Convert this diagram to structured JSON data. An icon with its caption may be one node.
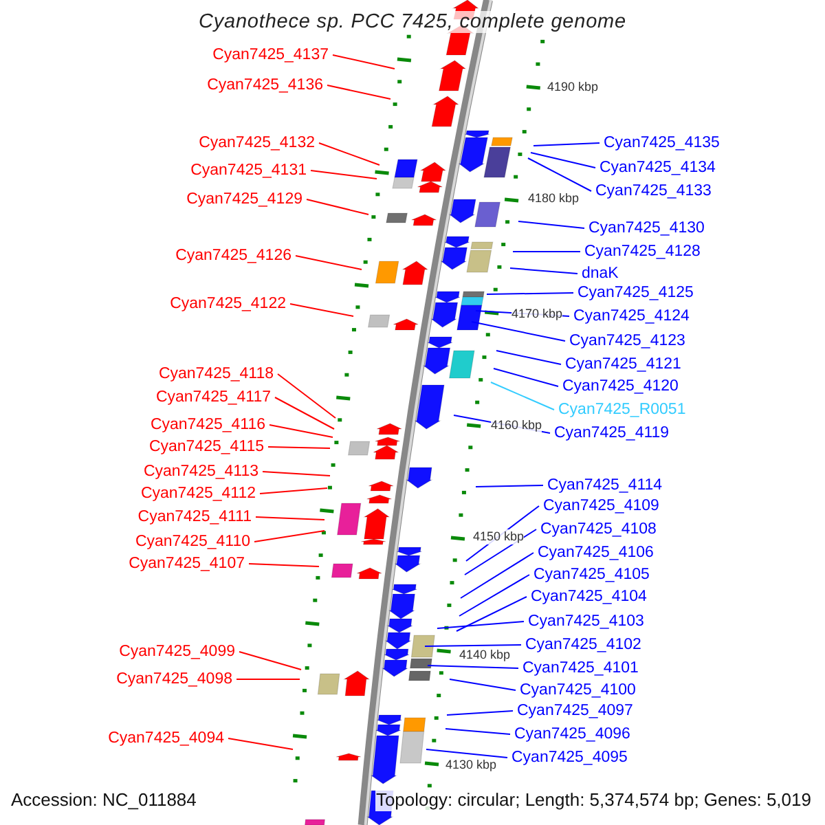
{
  "diagram": {
    "title": "Cyanothece sp. PCC 7425, complete genome",
    "nodes": [
      {
        "text": [
          "Cyan7425_4137"
        ]
      },
      {
        "text": [
          "Cyan7425_4136"
        ]
      },
      {
        "text": [
          "Cyan7425_4132"
        ]
      },
      {
        "text": [
          "Cyan7425_4131"
        ]
      },
      {
        "text": [
          "Cyan7425_4129"
        ]
      },
      {
        "text": [
          "Cyan7425_4126"
        ]
      },
      {
        "text": [
          "Cyan7425_4122"
        ]
      },
      {
        "text": [
          "Cyan7425_4118"
        ]
      },
      {
        "text": [
          "Cyan7425_4117"
        ]
      },
      {
        "text": [
          "Cyan7425_4116"
        ]
      },
      {
        "text": [
          "Cyan7425_4115"
        ]
      },
      {
        "text": [
          "Cyan7425_4113"
        ]
      },
      {
        "text": [
          "Cyan7425_4112"
        ]
      },
      {
        "text": [
          "Cyan7425_4111"
        ]
      },
      {
        "text": [
          "Cyan7425_4110"
        ]
      },
      {
        "text": [
          "Cyan7425_4107"
        ]
      },
      {
        "text": [
          "Cyan7425_4099"
        ]
      },
      {
        "text": [
          "Cyan7425_4098"
        ]
      },
      {
        "text": [
          "Cyan7425_4094"
        ]
      },
      {
        "text": [
          "Cyan7425_4135"
        ]
      },
      {
        "text": [
          "Cyan7425_4134"
        ]
      },
      {
        "text": [
          "Cyan7425_4133"
        ]
      },
      {
        "text": [
          "Cyan7425_4130"
        ]
      },
      {
        "text": [
          "Cyan7425_4128"
        ]
      },
      {
        "text": [
          "dnaK"
        ]
      },
      {
        "text": [
          "Cyan7425_4125"
        ]
      },
      {
        "text": [
          "Cyan7425_4124"
        ]
      },
      {
        "text": [
          "Cyan7425_4123"
        ]
      },
      {
        "text": [
          "Cyan7425_4121"
        ]
      },
      {
        "text": [
          "Cyan7425_4120"
        ]
      },
      {
        "text": [
          "Cyan7425_R0051"
        ]
      },
      {
        "text": [
          "Cyan7425_4119"
        ]
      },
      {
        "text": [
          "Cyan7425_4114"
        ]
      },
      {
        "text": [
          "Cyan7425_4109"
        ]
      },
      {
        "text": [
          "Cyan7425_4108"
        ]
      },
      {
        "text": [
          "Cyan7425_4106"
        ]
      },
      {
        "text": [
          "Cyan7425_4105"
        ]
      },
      {
        "text": [
          "Cyan7425_4104"
        ]
      },
      {
        "text": [
          "Cyan7425_4103"
        ]
      },
      {
        "text": [
          "Cyan7425_4102"
        ]
      },
      {
        "text": [
          "Cyan7425_4101"
        ]
      },
      {
        "text": [
          "Cyan7425_4100"
        ]
      },
      {
        "text": [
          "Cyan7425_4097"
        ]
      },
      {
        "text": [
          "Cyan7425_4096"
        ]
      },
      {
        "text": [
          "Cyan7425_4095"
        ]
      }
    ],
    "edges": [
      {
        "from": 0,
        "to": null,
        "arrow": "none",
        "color": "#ff0000"
      },
      {
        "from": 1,
        "to": null,
        "arrow": "none",
        "color": "#ff0000"
      },
      {
        "from": 2,
        "to": null,
        "arrow": "none",
        "color": "#ff0000"
      },
      {
        "from": 3,
        "to": null,
        "arrow": "none",
        "color": "#ff0000"
      },
      {
        "from": 4,
        "to": null,
        "arrow": "none",
        "color": "#ff0000"
      },
      {
        "from": 5,
        "to": null,
        "arrow": "none",
        "color": "#ff0000"
      },
      {
        "from": 6,
        "to": null,
        "arrow": "none",
        "color": "#ff0000"
      },
      {
        "from": 7,
        "to": null,
        "arrow": "none",
        "color": "#ff0000"
      },
      {
        "from": 8,
        "to": null,
        "arrow": "none",
        "color": "#ff0000"
      },
      {
        "from": 9,
        "to": null,
        "arrow": "none",
        "color": "#ff0000"
      },
      {
        "from": 10,
        "to": null,
        "arrow": "none",
        "color": "#ff0000"
      },
      {
        "from": 11,
        "to": null,
        "arrow": "none",
        "color": "#ff0000"
      },
      {
        "from": 12,
        "to": null,
        "arrow": "none",
        "color": "#ff0000"
      },
      {
        "from": 13,
        "to": null,
        "arrow": "none",
        "color": "#ff0000"
      },
      {
        "from": 14,
        "to": null,
        "arrow": "none",
        "color": "#ff0000"
      },
      {
        "from": 15,
        "to": null,
        "arrow": "none",
        "color": "#ff0000"
      },
      {
        "from": 16,
        "to": null,
        "arrow": "none",
        "color": "#ff0000"
      },
      {
        "from": 17,
        "to": null,
        "arrow": "none",
        "color": "#ff0000"
      },
      {
        "from": 18,
        "to": null,
        "arrow": "none",
        "color": "#ff0000"
      },
      {
        "from": 19,
        "to": null,
        "arrow": "none"
      },
      {
        "from": 20,
        "to": null,
        "arrow": "none"
      },
      {
        "from": 21,
        "to": null,
        "arrow": "none"
      },
      {
        "from": 22,
        "to": null,
        "arrow": "none"
      },
      {
        "from": 23,
        "to": null,
        "arrow": "none"
      },
      {
        "from": 24,
        "to": null,
        "arrow": "none"
      },
      {
        "from": 25,
        "to": null,
        "arrow": "none"
      },
      {
        "from": 26,
        "to": null,
        "arrow": "none"
      },
      {
        "from": 27,
        "to": null,
        "arrow": "none"
      },
      {
        "from": 28,
        "to": null,
        "arrow": "none"
      },
      {
        "from": 29,
        "to": null,
        "arrow": "none"
      },
      {
        "from": 30,
        "to": null,
        "arrow": "none",
        "color": "#33ccff"
      },
      {
        "from": 31,
        "to": null,
        "arrow": "none"
      },
      {
        "from": 32,
        "to": null,
        "arrow": "none"
      },
      {
        "from": 33,
        "to": null,
        "arrow": "none"
      },
      {
        "from": 34,
        "to": null,
        "arrow": "none"
      },
      {
        "from": 35,
        "to": null,
        "arrow": "none"
      },
      {
        "from": 36,
        "to": null,
        "arrow": "none"
      },
      {
        "from": 37,
        "to": null,
        "arrow": "none"
      },
      {
        "from": 38,
        "to": null,
        "arrow": "none"
      },
      {
        "from": 39,
        "to": null,
        "arrow": "none"
      },
      {
        "from": 40,
        "to": null,
        "arrow": "none"
      },
      {
        "from": 41,
        "to": null,
        "arrow": "none"
      },
      {
        "from": 42,
        "to": null,
        "arrow": "none"
      },
      {
        "from": 43,
        "to": null,
        "arrow": "none"
      },
      {
        "from": 44,
        "to": null,
        "arrow": "none"
      }
    ],
    "labels": [
      "4190 kbp",
      "4180 kbp",
      "4170 kbp",
      "4160 kbp",
      "4150 kbp",
      "4140 kbp",
      "4130 kbp",
      "Accession: NC_011884",
      "Topology: circular; Length: 5,374,574 bp; Genes: 5,019"
    ]
  }
}
